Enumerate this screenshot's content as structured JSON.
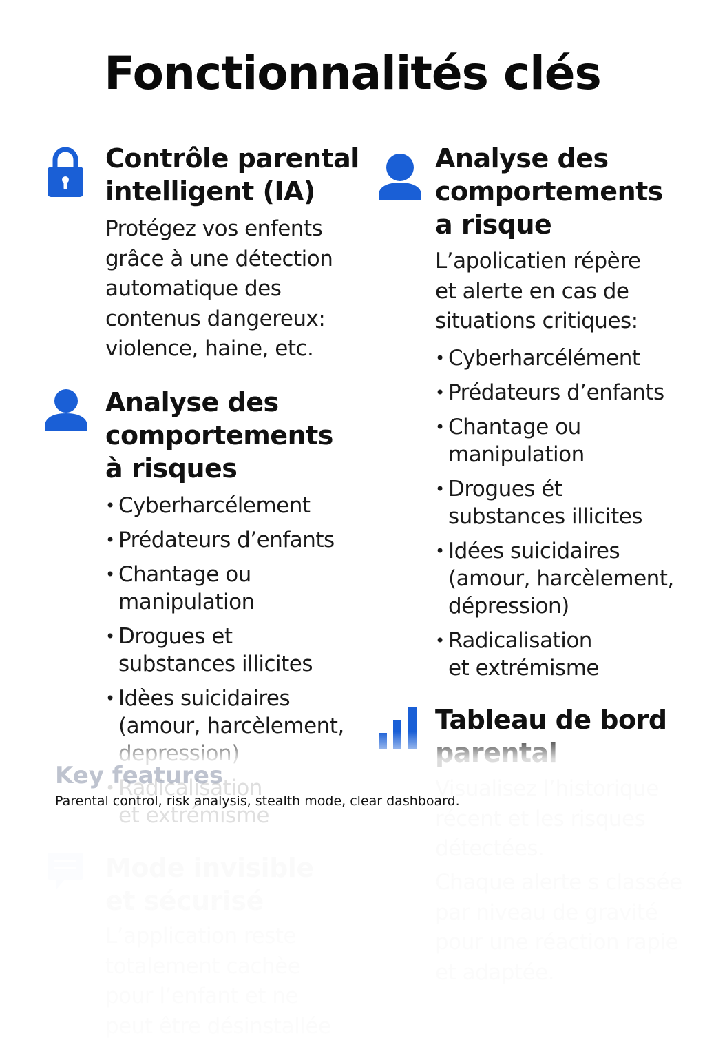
{
  "page": {
    "title": "Fonctionnalités clés"
  },
  "icons": {
    "accent": "#1a5fd6"
  },
  "sections": {
    "parental": {
      "icon": "lock-icon",
      "title_lines": [
        "Contrôle parental",
        "intelligent (IA)"
      ],
      "text_lines": [
        "Protégez vos enfents",
        "grâce à une détection",
        "automatique des",
        "contenus dangereux:",
        "violence, haine, etc."
      ]
    },
    "risk_left": {
      "icon": "user-icon",
      "title_lines": [
        "Analyse des",
        "comportements",
        "à risques"
      ],
      "bullets": [
        [
          "Cyberharcélement"
        ],
        [
          "Prédateurs d’enfants"
        ],
        [
          "Chantage ou",
          "manipulation"
        ],
        [
          "Drogues et",
          "substances illicites"
        ],
        [
          "Idèes suicidaires",
          "(amour, harcèlement,",
          "depression)"
        ],
        [
          "Radicalisation",
          "et extrémisme"
        ]
      ]
    },
    "risk_right": {
      "icon": "user-icon",
      "title_lines": [
        "Analyse des",
        "comportements",
        "a risque"
      ],
      "text_lines": [
        "L’apolicatien répère",
        "et alerte en cas de",
        "situations critiques:"
      ],
      "bullets": [
        [
          "Cyberharcélément"
        ],
        [
          "Prédateurs d’enfants"
        ],
        [
          "Chantage ou",
          "manipulation"
        ],
        [
          "Drogues ét",
          "substances illicites"
        ],
        [
          "Idées suicidaires",
          "(amour, harcèlement,",
          "dépression)"
        ],
        [
          "Radicalisation",
          "et extrémisme"
        ]
      ]
    },
    "dashboard": {
      "icon": "bar-chart-icon",
      "title_lines": [
        "Tableau de bord",
        "parental"
      ],
      "text_lines": [
        "Visualisez l’historique",
        "récent et les risques",
        "détectées."
      ],
      "text2_lines": [
        "Chaque alerte s classée",
        "par niveau de gravité",
        "pour une réaction rapie",
        "et adaptée."
      ]
    },
    "stealth": {
      "icon": "chat-icon",
      "title_lines": [
        "Mode invisible",
        "et sécurisé"
      ],
      "text_lines": [
        "L’application reste",
        "totalement cachèe",
        "pour l’enfant et ne",
        "peut être désinstallée"
      ]
    }
  },
  "caption": {
    "heading": "Key features",
    "text": "Parental control, risk analysis, stealth mode, clear dashboard."
  }
}
